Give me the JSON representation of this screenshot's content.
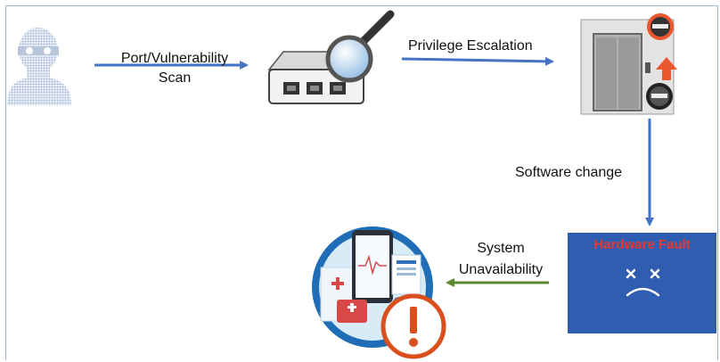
{
  "labels": {
    "port_scan_line1": "Port/Vulnerability",
    "port_scan_line2": "Scan",
    "privilege": "Privilege Escalation",
    "software": "Software change",
    "system_line1": "System",
    "system_line2": "Unavailability",
    "hardware_fault": "Hardware Fault"
  },
  "icons": [
    "hacker-icon",
    "network-switch-icon",
    "magnifier-icon",
    "elevator-icon",
    "hacker-badge-icon",
    "up-arrow-icon",
    "sad-face-icon",
    "medical-devices-icon",
    "warning-icon"
  ],
  "colors": {
    "arrow_blue": "#4472c4",
    "arrow_green": "#5a8a2e",
    "fault_box": "#2f5db1",
    "fault_text": "#e33a2c",
    "warning": "#d9501e"
  }
}
